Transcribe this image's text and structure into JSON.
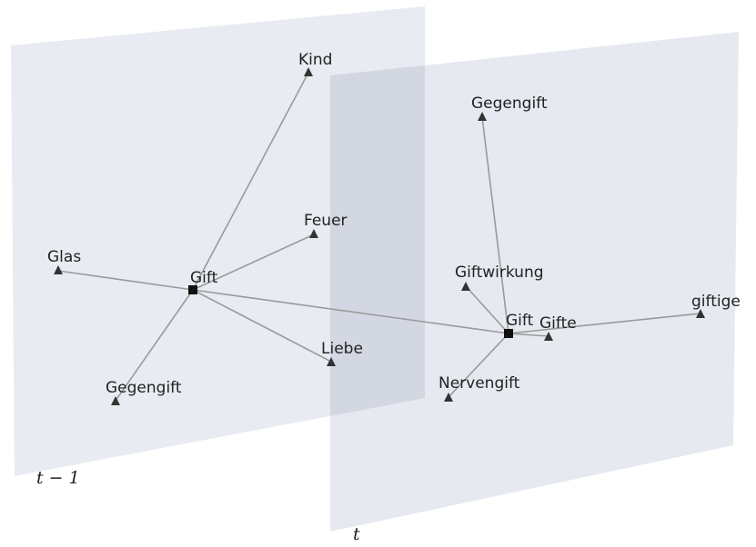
{
  "planes": {
    "left": {
      "label": "t − 1"
    },
    "right": {
      "label": "t"
    }
  },
  "nodes": {
    "kind": "Kind",
    "feuer": "Feuer",
    "glas": "Glas",
    "gift_left": "Gift",
    "liebe": "Liebe",
    "gegengift_left": "Gegengift",
    "gegengift_right": "Gegengift",
    "giftwirkung": "Giftwirkung",
    "gift_right": "Gift",
    "gifte": "Gifte",
    "giftige": "giftige",
    "nervengift": "Nervengift"
  },
  "colors": {
    "plane_fill": "#dfe3ec",
    "edge": "#9a9a9a",
    "marker": "#333333"
  }
}
